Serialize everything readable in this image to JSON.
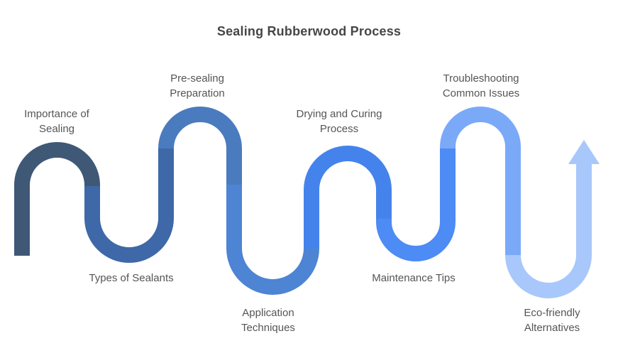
{
  "title": "Sealing Rubberwood Process",
  "diagram": {
    "type": "serpentine-process-flow",
    "direction": "left-to-right",
    "title_color": "#464646",
    "text_color": "#555555",
    "arrow_color": "#A8C7FA",
    "steps": [
      {
        "index": 1,
        "label": "Importance of Sealing",
        "position": "top",
        "color": "#3F5876"
      },
      {
        "index": 2,
        "label": "Types of Sealants",
        "position": "bottom",
        "color": "#3E68A8"
      },
      {
        "index": 3,
        "label": "Pre-sealing Preparation",
        "position": "top",
        "color": "#4A7BBE"
      },
      {
        "index": 4,
        "label": "Application Techniques",
        "position": "bottom",
        "color": "#4D84D4"
      },
      {
        "index": 5,
        "label": "Drying and Curing Process",
        "position": "top",
        "color": "#4583EC"
      },
      {
        "index": 6,
        "label": "Maintenance Tips",
        "position": "bottom",
        "color": "#4D8BF5"
      },
      {
        "index": 7,
        "label": "Troubleshooting Common Issues",
        "position": "top",
        "color": "#7AA9F8"
      },
      {
        "index": 8,
        "label": "Eco-friendly Alternatives",
        "position": "bottom",
        "color": "#A8C7FA"
      }
    ]
  }
}
